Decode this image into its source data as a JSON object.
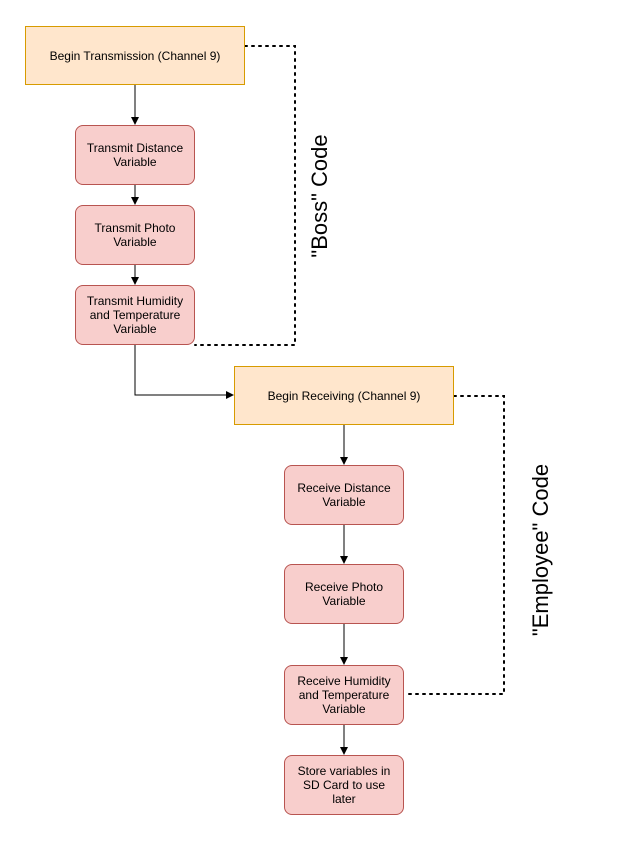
{
  "boss_group": {
    "start": "Begin Transmission (Channel 9)",
    "steps": [
      "Transmit Distance Variable",
      "Transmit Photo Variable",
      "Transmit Humidity and Temperature Variable"
    ],
    "label": "\"Boss\" Code"
  },
  "employee_group": {
    "start": "Begin Receiving (Channel 9)",
    "steps": [
      "Receive Distance Variable",
      "Receive Photo Variable",
      "Receive Humidity and Temperature Variable",
      "Store variables in SD Card to use later"
    ],
    "label": "\"Employee\" Code"
  },
  "colors": {
    "start_fill": "#ffe6cc",
    "start_border": "#d79b00",
    "step_fill": "#f8cecc",
    "step_border": "#b85450"
  }
}
